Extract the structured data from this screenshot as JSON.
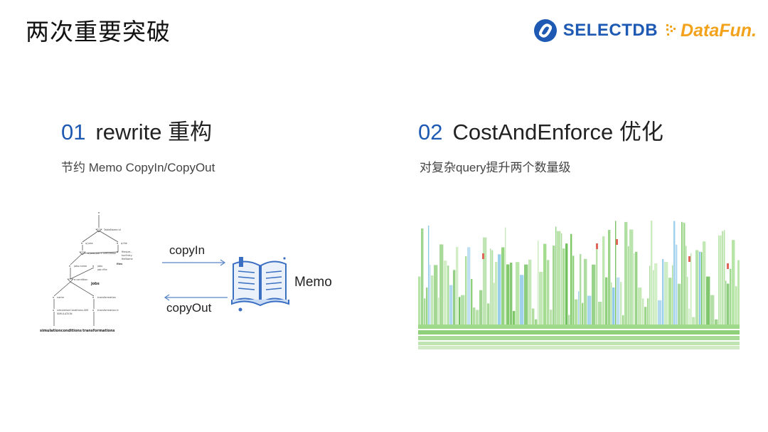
{
  "header": {
    "title": "两次重要突破"
  },
  "logos": {
    "selectdb_text": "SELECTDB",
    "datafun_text": "DataFun.",
    "brand_blue": "#1e5ab4",
    "brand_orange": "#f2a21b"
  },
  "section1": {
    "number": "01",
    "title": "rewrite 重构",
    "subtitle": "节约 Memo CopyIn/CopyOut",
    "copy_in": "copyIn",
    "copy_out": "copyOut",
    "memo": "Memo",
    "tree_leaves": [
      "simulationconditions",
      "transformations"
    ],
    "tree_node": "jobs"
  },
  "section2": {
    "number": "02",
    "title": "CostAndEnforce 优化",
    "subtitle": "对复杂query提升两个数量级"
  }
}
